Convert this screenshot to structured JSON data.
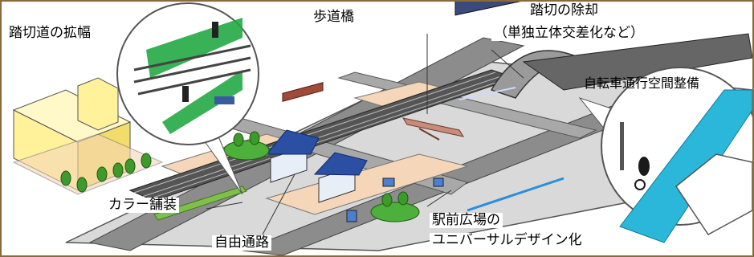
{
  "labels": {
    "crossing_widening": "踏切道の拡幅",
    "pedestrian_bridge": "歩道橋",
    "crossing_removal": "踏切の除却",
    "crossing_removal_note": "（単独立体交差化など）",
    "bicycle_space": "自転車通行空間整備",
    "color_paving": "カラー舗装",
    "free_passage": "自由通路",
    "station_plaza_line1": "駅前広場の",
    "station_plaza_line2": "ユニバーサルデザイン化"
  },
  "colors": {
    "border": "#8a6a3c",
    "road": "#8c8c8c",
    "track": "#444444",
    "green": "#22a845",
    "building": "#fff29a",
    "plaza": "#f5d6b8",
    "bike_lane": "#2ab7d9",
    "station_roof": "#2b4fa3"
  }
}
